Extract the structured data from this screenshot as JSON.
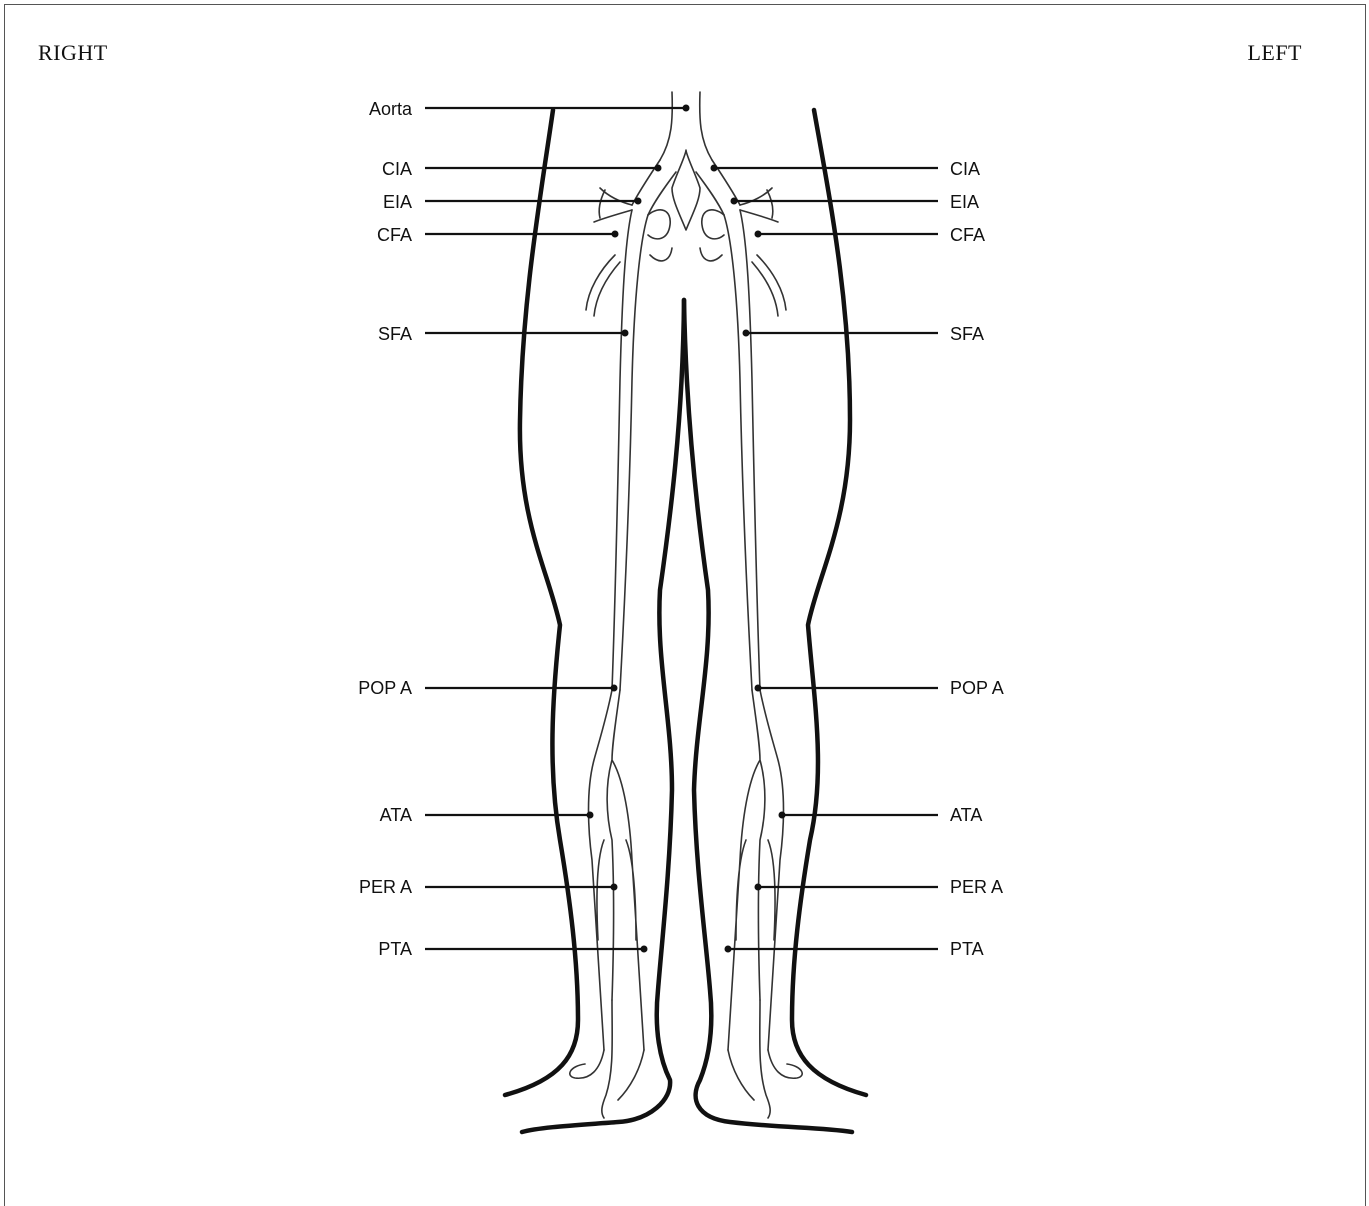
{
  "sides": {
    "right": "RIGHT",
    "left": "LEFT"
  },
  "labels": {
    "aorta": "Aorta",
    "right_cia": "CIA",
    "right_eia": "EIA",
    "right_cfa": "CFA",
    "right_sfa": "SFA",
    "right_pop_a": "POP A",
    "right_ata": "ATA",
    "right_per_a": "PER A",
    "right_pta": "PTA",
    "left_cia": "CIA",
    "left_eia": "EIA",
    "left_cfa": "CFA",
    "left_sfa": "SFA",
    "left_pop_a": "POP A",
    "left_ata": "ATA",
    "left_per_a": "PER A",
    "left_pta": "PTA"
  },
  "colors": {
    "ink": "#111111",
    "background": "#ffffff"
  }
}
